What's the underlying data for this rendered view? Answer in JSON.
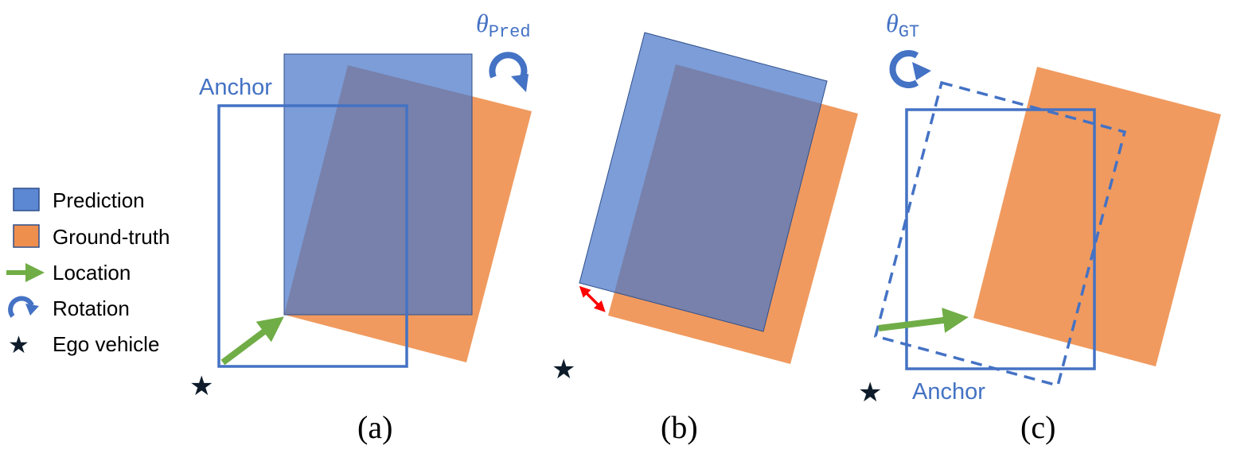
{
  "legend": {
    "prediction": "Prediction",
    "ground_truth": "Ground-truth",
    "location": "Location",
    "rotation": "Rotation",
    "ego_vehicle": "Ego vehicle"
  },
  "panel_a": {
    "anchor_label": "Anchor",
    "theta_symbol": "θ",
    "theta_subscript": "Pred",
    "caption": "(a)"
  },
  "panel_b": {
    "caption": "(b)"
  },
  "panel_c": {
    "anchor_label": "Anchor",
    "theta_symbol": "θ",
    "theta_subscript": "GT",
    "caption": "(c)"
  },
  "colors": {
    "prediction_fill": "#5b87d3",
    "ground_truth_fill": "#ee8f4e",
    "anchor_stroke": "#4472c4",
    "location_arrow": "#70ad47",
    "rotation_arrow": "#4472c4",
    "error_arrow": "#ff0000",
    "star": "#0d1b2a"
  }
}
